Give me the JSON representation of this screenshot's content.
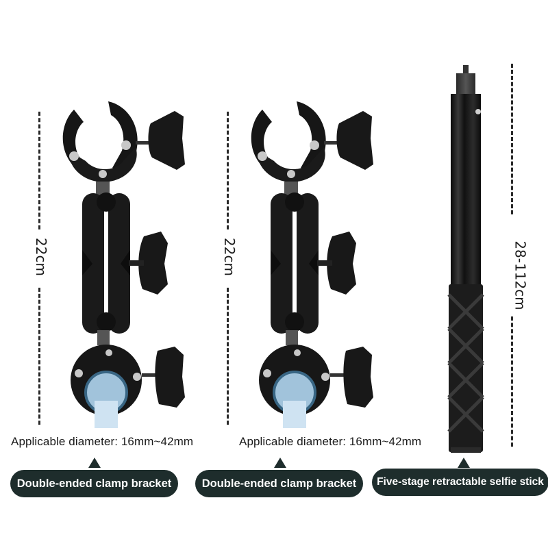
{
  "products": [
    {
      "id": "clamp-1",
      "dimension_label": "22cm",
      "caption": "Applicable diameter: 16mm~42mm",
      "title": "Double-ended clamp bracket",
      "icon": "clamp-bracket-icon"
    },
    {
      "id": "clamp-2",
      "dimension_label": "22cm",
      "caption": "Applicable diameter: 16mm~42mm",
      "title": "Double-ended clamp bracket",
      "icon": "clamp-bracket-icon"
    },
    {
      "id": "stick",
      "dimension_label": "28-112cm",
      "title": "Five-stage retractable selfie stick",
      "icon": "selfie-stick-icon"
    }
  ],
  "colors": {
    "pill_bg": "#1e2d2c",
    "pill_text": "#ffffff",
    "product_black": "#151515",
    "tube_highlight": "#a9cde6"
  }
}
